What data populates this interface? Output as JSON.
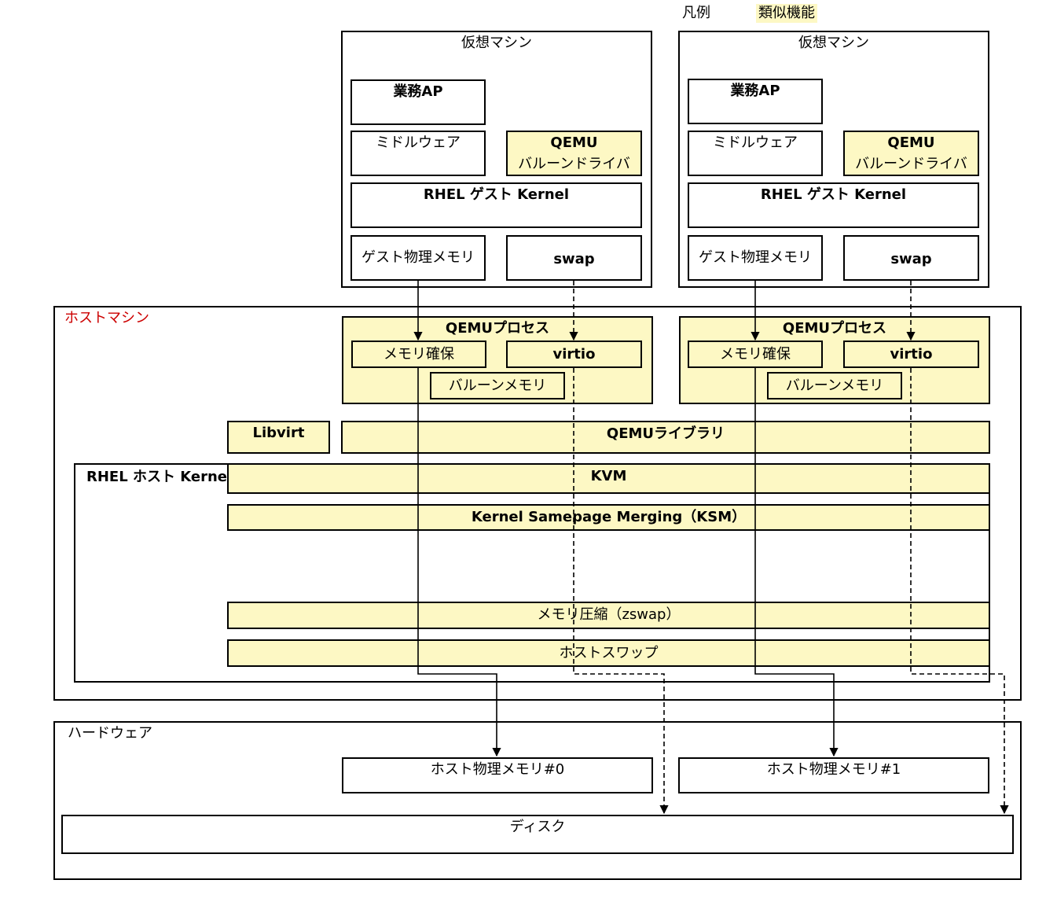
{
  "legend": {
    "title": "凡例",
    "similar": "類似機能",
    "similar_color": "#fdf8c4"
  },
  "vm1": {
    "title": "仮想マシン",
    "app": "業務AP",
    "middleware": "ミドルウェア",
    "balloon_driver_1": "QEMU",
    "balloon_driver_2": "バルーンドライバ",
    "guest_kernel": "RHEL ゲスト Kernel",
    "guest_memory": "ゲスト物理メモリ",
    "swap": "swap"
  },
  "vm2": {
    "title": "仮想マシン",
    "app": "業務AP",
    "middleware": "ミドルウェア",
    "balloon_driver_1": "QEMU",
    "balloon_driver_2": "バルーンドライバ",
    "guest_kernel": "RHEL ゲスト Kernel",
    "guest_memory": "ゲスト物理メモリ",
    "swap": "swap"
  },
  "host": {
    "title": "ホストマシン",
    "title_color": "#cc0000",
    "qemu1": {
      "title": "QEMUプロセス",
      "mem_alloc": "メモリ確保",
      "virtio": "virtio",
      "balloon_memory": "バルーンメモリ"
    },
    "qemu2": {
      "title": "QEMUプロセス",
      "mem_alloc": "メモリ確保",
      "virtio": "virtio",
      "balloon_memory": "バルーンメモリ"
    },
    "libvirt": "Libvirt",
    "qemu_library": "QEMUライブラリ",
    "host_kernel": "RHEL ホスト Kernel",
    "kvm": "KVM",
    "ksm": "Kernel Samepage Merging（KSM）",
    "zswap": "メモリ圧縮（zswap）",
    "host_swap": "ホストスワップ"
  },
  "hardware": {
    "title": "ハードウェア",
    "mem0": "ホスト物理メモリ#0",
    "mem1": "ホスト物理メモリ#1",
    "disk": "ディスク"
  }
}
